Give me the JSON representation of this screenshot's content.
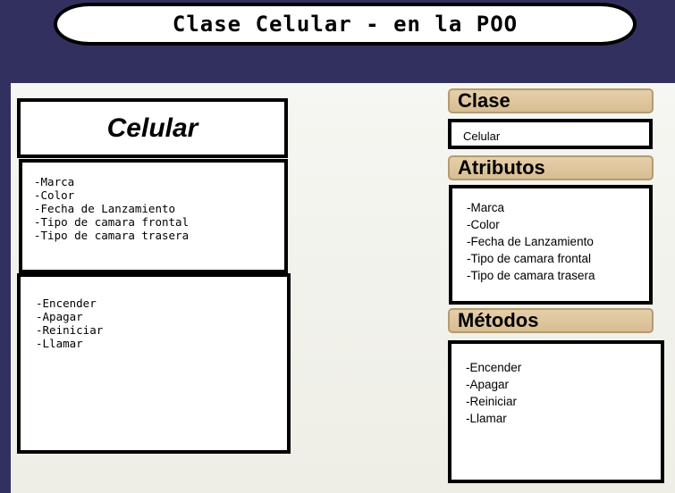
{
  "title": "Clase Celular - en la POO",
  "uml": {
    "class_name": "Celular",
    "attributes": [
      "-Marca",
      "-Color",
      "-Fecha de Lanzamiento",
      "-Tipo de camara frontal",
      "-Tipo de camara trasera"
    ],
    "methods": [
      "-Encender",
      "-Apagar",
      "-Reiniciar",
      "-Llamar"
    ]
  },
  "panel": {
    "class_header": "Clase",
    "class_value": "Celular",
    "attributes_header": "Atributos",
    "attributes": [
      "-Marca",
      "-Color",
      "-Fecha de Lanzamiento",
      "-Tipo de camara frontal",
      "-Tipo de camara trasera"
    ],
    "methods_header": "Métodos",
    "methods": [
      "-Encender",
      "-Apagar",
      "-Reiniciar",
      "-Llamar"
    ]
  }
}
